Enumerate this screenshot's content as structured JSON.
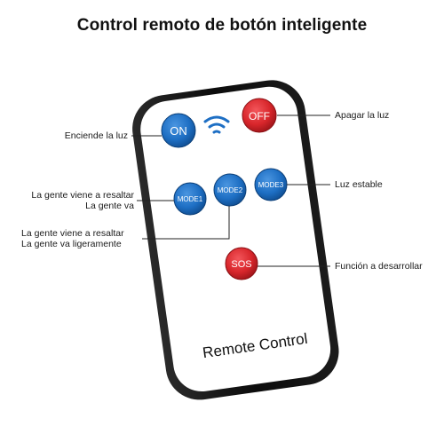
{
  "title": "Control remoto de botón inteligente",
  "remote": {
    "label": "Remote Control",
    "buttons": {
      "on": "ON",
      "off": "OFF",
      "mode1": "MODE1",
      "mode2": "MODE2",
      "mode3": "MODE3",
      "sos": "SOS"
    }
  },
  "callouts": {
    "on": "Enciende la luz",
    "off": "Apagar la luz",
    "mode1_line1": "La gente viene a resaltar",
    "mode1_line2": "La gente va",
    "mode2_line1": "La gente viene a resaltar",
    "mode2_line2": "La gente va ligeramente",
    "mode3": "Luz estable",
    "sos": "Función a desarrollar"
  },
  "colors": {
    "blue_button": "#1e6fc4",
    "red_button": "#d8262b",
    "remote_body": "#111111",
    "remote_face": "#ffffff",
    "wifi_icon": "#1e6fc4"
  }
}
